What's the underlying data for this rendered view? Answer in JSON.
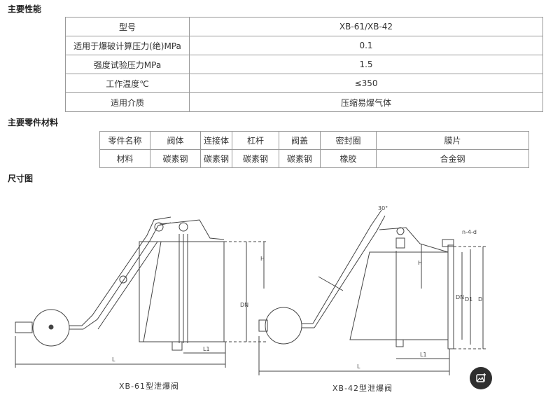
{
  "sections": {
    "performance": "主要性能",
    "materials": "主要零件材料",
    "dimension": "尺寸图"
  },
  "performance_table": [
    {
      "key": "型号",
      "value": "XB-61/XB-42"
    },
    {
      "key": "适用于爆破计算压力(绝)MPa",
      "value": "0.1"
    },
    {
      "key": "强度试验压力MPa",
      "value": "1.5"
    },
    {
      "key": "工作温度℃",
      "value": "≤350"
    },
    {
      "key": "适用介质",
      "value": "压缩易爆气体"
    }
  ],
  "parts_table": {
    "header": [
      "零件名称",
      "阀体",
      "连接体",
      "杠杆",
      "阀盖",
      "密封圈",
      "膜片"
    ],
    "row": [
      "材料",
      "碳素钢",
      "碳素钢",
      "碳素钢",
      "碳素钢",
      "橡胶",
      "合金钢"
    ]
  },
  "drawing": {
    "caption_left": "XB-61型泄爆阀",
    "caption_right": "XB-42型泄爆阀",
    "labels_left": {
      "h": "H",
      "dn": "DN",
      "l": "L",
      "l1": "L1"
    },
    "labels_right": {
      "h": "H",
      "dn": "DN",
      "d1": "D1",
      "d": "D",
      "l": "L",
      "l1": "L1",
      "holes": "n-4-d",
      "angle": "30°"
    }
  },
  "fab_icon": "image-add-icon"
}
